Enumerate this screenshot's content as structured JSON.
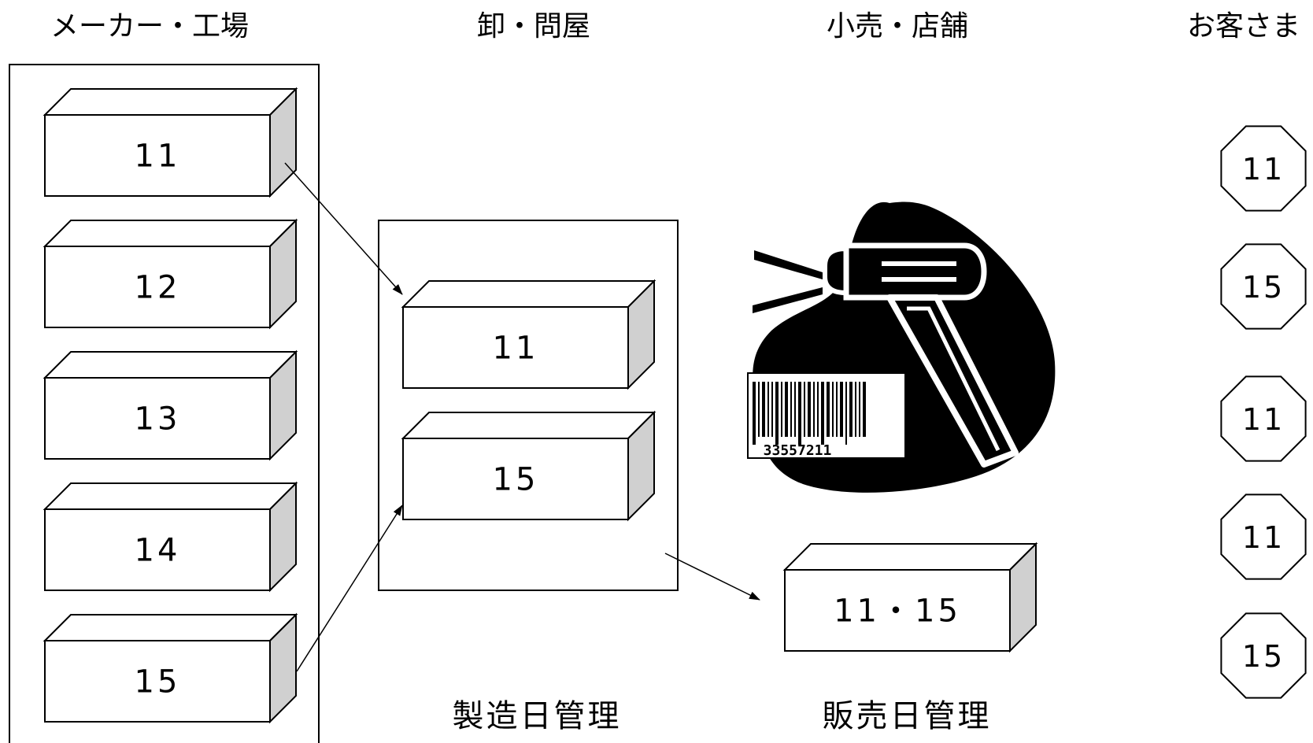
{
  "columns": {
    "maker": "メーカー・工場",
    "wholesale": "卸・問屋",
    "retail": "小売・店舗",
    "customer": "お客さま"
  },
  "maker_boxes": [
    "11",
    "12",
    "13",
    "14",
    "15"
  ],
  "wholesale_boxes": [
    "11",
    "15"
  ],
  "retail_box": "11・15",
  "customer_items": [
    "11",
    "15",
    "11",
    "11",
    "15"
  ],
  "captions": {
    "manufacture_date": "製造日管理",
    "sales_date": "販売日管理"
  },
  "barcode": {
    "number": "33557211",
    "icon": "barcode-scanner-icon"
  },
  "colors": {
    "line": "#000000",
    "box_side": "#d0d0d0",
    "box_face": "#ffffff"
  }
}
